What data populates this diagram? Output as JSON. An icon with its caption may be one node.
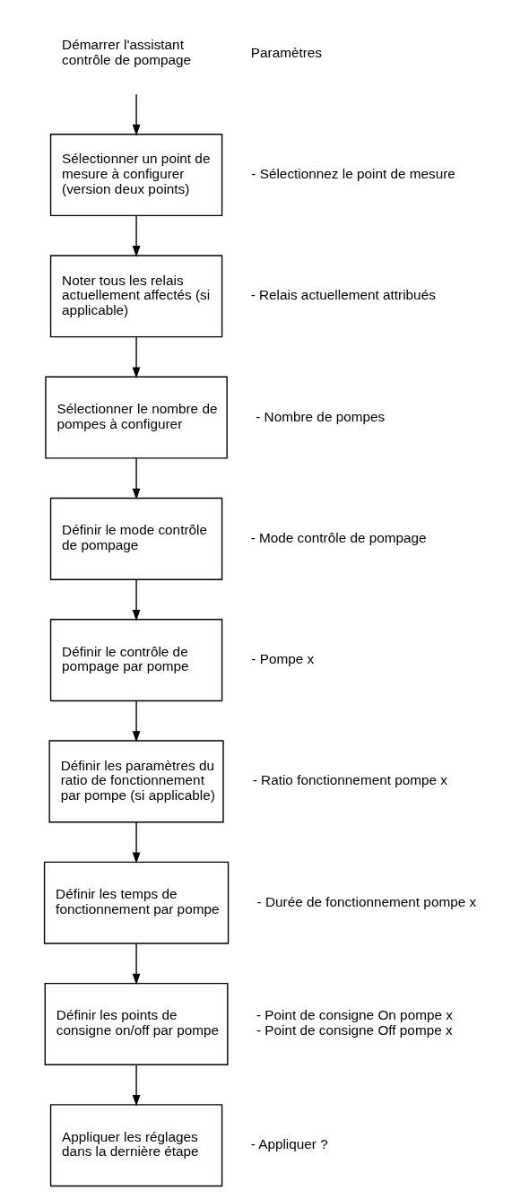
{
  "diagram": {
    "nodes": [
      {
        "text": [
          "Démarrer l'assistant contrôle de pompage"
        ]
      },
      {
        "text": [
          "Sélectionner un point de mesure à configurer (version deux points)"
        ],
        "beside": [
          "- Sélectionnez le point de mesure"
        ]
      },
      {
        "text": [
          "Noter tous les relais actuellement affectés (si applicable)"
        ],
        "beside": [
          "- Relais actuellement attribués"
        ]
      },
      {
        "text": [
          "Sélectionner le nombre de pompes à configurer"
        ],
        "beside": [
          "- Nombre de pompes"
        ]
      },
      {
        "text": [
          "Définir le mode contrôle de pompage"
        ],
        "beside": [
          "- Mode contrôle de pompage"
        ]
      },
      {
        "text": [
          "Définir le contrôle de pompage par pompe"
        ],
        "beside": [
          "- Pompe x"
        ]
      },
      {
        "text": [
          "Définir les paramètres du ratio de fonctionnement par pompe (si applicable)"
        ],
        "beside": [
          "- Ratio fonctionnement pompe x"
        ]
      },
      {
        "text": [
          "Définir les temps de fonctionnement par pompe"
        ],
        "beside": [
          "- Durée de fonctionnement pompe x"
        ]
      },
      {
        "text": [
          "Définir les points de consigne on/off par pompe"
        ],
        "beside": [
          "- Point de consigne On pompe x",
          "- Point de consigne Off pompe x"
        ]
      },
      {
        "text": [
          "Appliquer les réglages dans la dernière étape"
        ],
        "beside": [
          "- Appliquer ?"
        ]
      }
    ],
    "edges": [
      {
        "from": 0,
        "to": 1,
        "arrow": "to"
      },
      {
        "from": 1,
        "to": 2,
        "arrow": "to"
      },
      {
        "from": 2,
        "to": 3,
        "arrow": "to"
      },
      {
        "from": 3,
        "to": 4,
        "arrow": "to"
      },
      {
        "from": 4,
        "to": 5,
        "arrow": "to"
      },
      {
        "from": 5,
        "to": 6,
        "arrow": "to"
      },
      {
        "from": 6,
        "to": 7,
        "arrow": "to"
      },
      {
        "from": 7,
        "to": 8,
        "arrow": "to"
      },
      {
        "from": 8,
        "to": 9,
        "arrow": "to"
      }
    ],
    "labels": [
      "Paramètres"
    ]
  }
}
